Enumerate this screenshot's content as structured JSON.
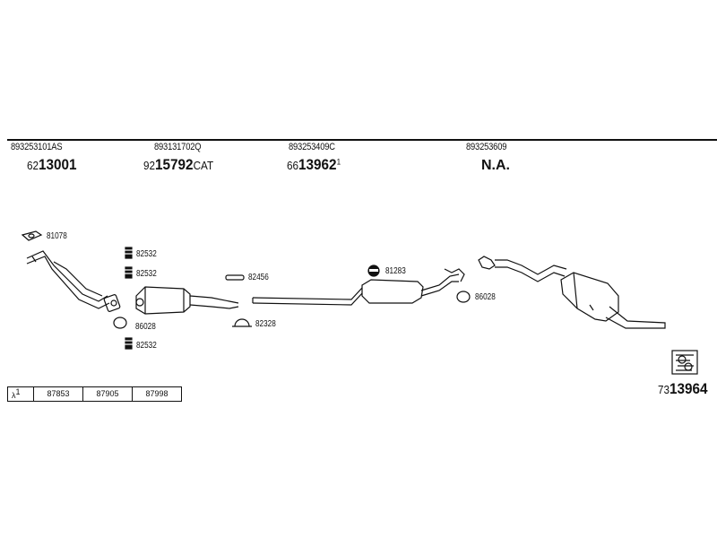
{
  "columns": [
    {
      "oe": "893253101AS",
      "prefix": "62",
      "bold": "13001",
      "suffix": "",
      "sup": ""
    },
    {
      "oe": "893131702Q",
      "prefix": "92",
      "bold": "15792",
      "suffix": "CAT",
      "sup": ""
    },
    {
      "oe": "893253409C",
      "prefix": "66",
      "bold": "13962",
      "suffix": "",
      "sup": "1"
    },
    {
      "oe": "893253609",
      "na": "N.A."
    }
  ],
  "parts": {
    "p81078": "81078",
    "p82532a": "82532",
    "p82532b": "82532",
    "p86028a": "86028",
    "p82532c": "82532",
    "p82456": "82456",
    "p82328": "82328",
    "p81283": "81283",
    "p86028b": "86028"
  },
  "lambda": {
    "symbol": "λ",
    "sup": "1",
    "codes": [
      "87853",
      "87905",
      "87998"
    ]
  },
  "reference": {
    "prefix": "73",
    "bold": "13964"
  }
}
